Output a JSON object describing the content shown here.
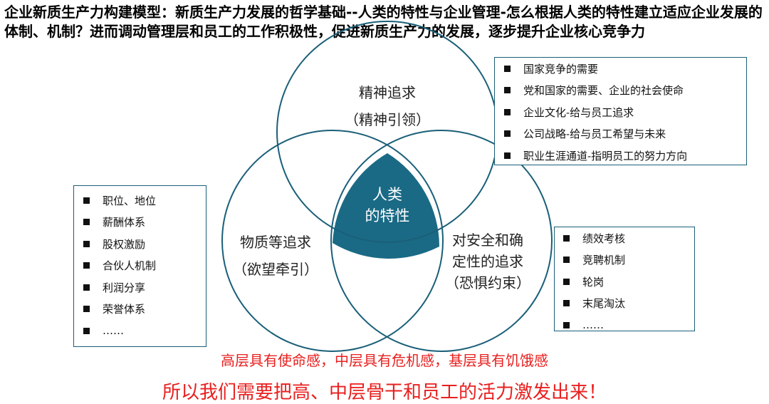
{
  "title": "企业新质生产力构建模型：新质生产力发展的哲学基础--人类的特性与企业管理-怎么根据人类的特性建立适应企业发展的体制、机制？进而调动管理层和员工的工作积极性，促进新质生产力的发展，逐步提升企业核心竞争力",
  "circles": {
    "top": {
      "line1": "精神追求",
      "line2": "（精神引领）"
    },
    "left": {
      "line1": "物质等追求",
      "line2": "（欲望牵引）"
    },
    "right": {
      "line1": "对安全和确",
      "line2": "定性的追求",
      "line3": "（恐惧约束）"
    },
    "center": {
      "line1": "人类",
      "line2": "的特性"
    }
  },
  "colors": {
    "circle_stroke": "#1a5f78",
    "center_fill": "#1a6a85",
    "emphasis_red": "#e8201f"
  },
  "box_top_right": [
    "国家竞争的需要",
    "党和国家的需要、企业的社会使命",
    "企业文化-给与员工追求",
    "公司战略-给与员工希望与未来",
    "职业生涯通道-指明员工的努力方向"
  ],
  "box_left": [
    "职位、地位",
    "薪酬体系",
    "股权激励",
    "合伙人机制",
    "利润分享",
    "荣誉体系",
    "……"
  ],
  "box_right": [
    "绩效考核",
    "竞聘机制",
    "轮岗",
    "末尾淘汰",
    "……"
  ],
  "footer": {
    "line1": "高层具有使命感，中层具有危机感，基层具有饥饿感",
    "line2": "所以我们需要把高、中层骨干和员工的活力激发出来！"
  }
}
